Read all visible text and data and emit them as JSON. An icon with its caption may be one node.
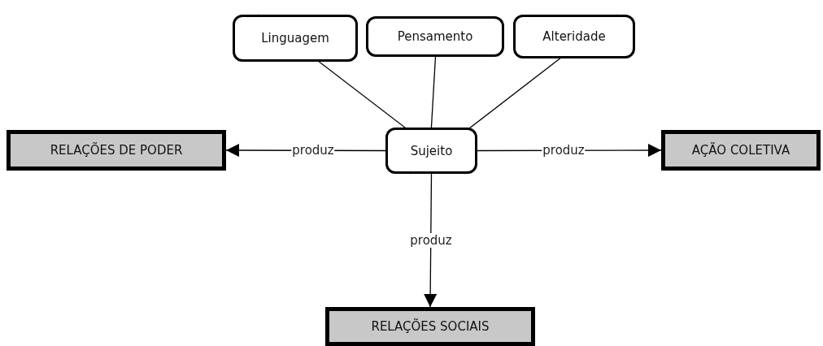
{
  "diagram": {
    "nodes": [
      {
        "text": [
          "Linguagem"
        ]
      },
      {
        "text": [
          "Pensamento"
        ]
      },
      {
        "text": [
          "Alteridade"
        ]
      },
      {
        "text": [
          "RELAÇÕES DE PODER"
        ]
      },
      {
        "text": [
          "Sujeito"
        ]
      },
      {
        "text": [
          "AÇÃO COLETIVA"
        ]
      },
      {
        "text": [
          "RELAÇÕES SOCIAIS"
        ]
      }
    ],
    "edges": [
      {
        "from": 0,
        "to": 4,
        "arrow": "none"
      },
      {
        "from": 1,
        "to": 4,
        "arrow": "none"
      },
      {
        "from": 2,
        "to": 4,
        "arrow": "none"
      },
      {
        "from": 4,
        "to": 3,
        "arrow": "to",
        "label": "produz"
      },
      {
        "from": 4,
        "to": 5,
        "arrow": "to",
        "label": "produz"
      },
      {
        "from": 4,
        "to": 6,
        "arrow": "to",
        "label": "produz"
      }
    ]
  }
}
